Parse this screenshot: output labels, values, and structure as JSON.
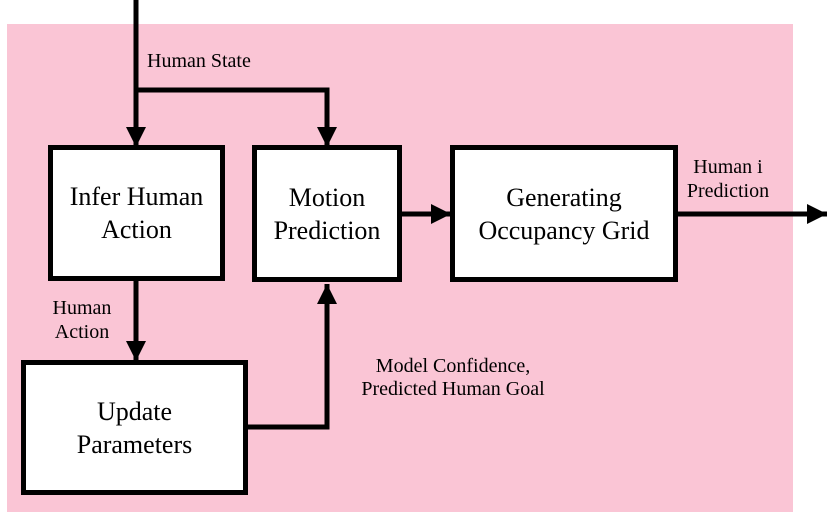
{
  "colors": {
    "background": "#FAC5D5",
    "box_fill": "#FFFFFF",
    "line": "#000000",
    "text": "#000000"
  },
  "diagram": {
    "boxes": {
      "infer_human_action": {
        "label": "Infer Human\nAction"
      },
      "motion_prediction": {
        "label": "Motion\nPrediction"
      },
      "generating_occupancy_grid": {
        "label": "Generating\nOccupancy Grid"
      },
      "update_parameters": {
        "label": "Update\nParameters"
      }
    },
    "labels": {
      "human_state": "Human State",
      "human_action": "Human\nAction",
      "model_confidence": "Model Confidence,\nPredicted Human Goal",
      "human_i_prediction": "Human i\nPrediction"
    }
  }
}
